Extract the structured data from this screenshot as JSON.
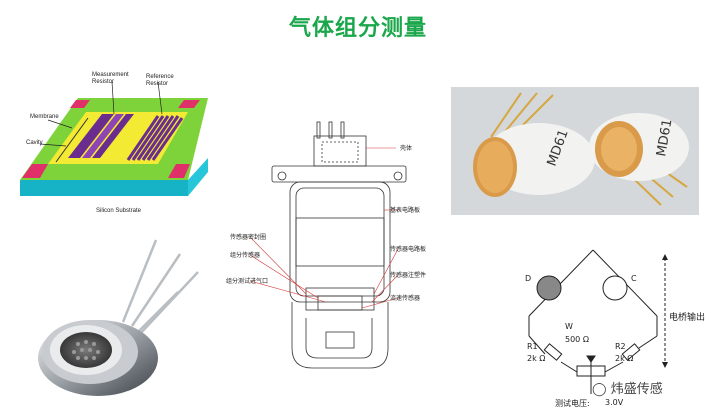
{
  "title": "气体组分测量",
  "mems": {
    "labels": {
      "measurement": "Measurement Resistor",
      "reference": "Reference Resistor",
      "membrane": "Membrane",
      "cavity": "Cavity",
      "substrate": "Silicon Substrate"
    }
  },
  "cross_section": {
    "labels": {
      "housing": "壳体",
      "base_board": "基表电路板",
      "sealing_ring": "传感器密封圈",
      "component_sensor": "组分传感器",
      "gas_inlet": "组分测试进气口",
      "sensor_board": "传感器电路板",
      "injection_part": "传感器注塑件",
      "flow_sensor": "流速传感器"
    }
  },
  "photo": {
    "marks": [
      "MD61",
      "MD61"
    ]
  },
  "circuit": {
    "labels": {
      "d": "D",
      "c": "C",
      "w": "W",
      "w_value": "500 Ω",
      "r1": "R1",
      "r1_value": "2k Ω",
      "r2": "R2",
      "r2_value": "2k Ω",
      "output": "电桥输出",
      "test_voltage": "测试电压:",
      "voltage_value": "3.0V"
    }
  },
  "watermark": "炜盛传感"
}
